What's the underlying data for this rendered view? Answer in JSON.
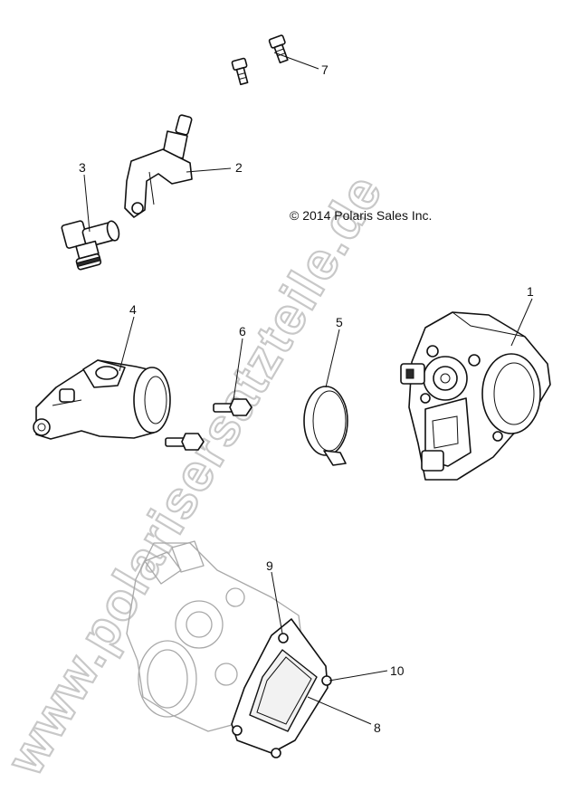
{
  "copyright": "© 2014 Polaris Sales Inc.",
  "watermark": "www.polarisersatzteile.de",
  "callouts": [
    {
      "id": "1",
      "label": "1"
    },
    {
      "id": "2",
      "label": "2"
    },
    {
      "id": "3",
      "label": "3"
    },
    {
      "id": "4",
      "label": "4"
    },
    {
      "id": "5",
      "label": "5"
    },
    {
      "id": "6",
      "label": "6"
    },
    {
      "id": "7",
      "label": "7"
    },
    {
      "id": "8",
      "label": "8"
    },
    {
      "id": "9",
      "label": "9"
    },
    {
      "id": "10",
      "label": "10"
    }
  ],
  "colors": {
    "line": "#111111",
    "watermark_outline": "#c8c8c8",
    "ghost": "#a8a8a8"
  }
}
